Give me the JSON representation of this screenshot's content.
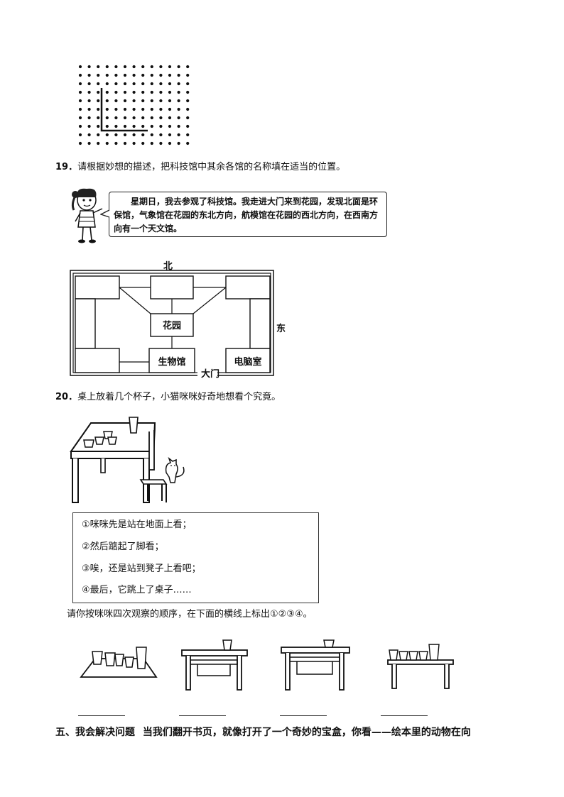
{
  "q19": {
    "number": "19．",
    "prompt": "请根据妙想的描述，把科技馆中其余各馆的名称填在适当的位置。",
    "speech": "星期日，我去参观了科技馆。我走进大门来到花园，发现北面是环保馆，气象馆在花园的东北方向，航模馆在花园的西北方向，在西南方向有一个天文馆。",
    "map": {
      "north": "北",
      "east": "东",
      "garden": "花园",
      "biology": "生物馆",
      "computer": "电脑室",
      "gate": "大门"
    }
  },
  "q20": {
    "number": "20．",
    "prompt": "桌上放着几个杯子，小猫咪咪好奇地想看个究竟。",
    "steps": [
      "①咪咪先是站在地面上看；",
      "②然后踮起了脚看；",
      "③唉，还是站到凳子上看吧；",
      "④最后，它跳上了桌子……"
    ],
    "instruction": "请你按咪咪四次观察的顺序，在下面的横线上标出①②③④。"
  },
  "section5": {
    "title": "五、我会解决问题",
    "text": "当我们翻开书页，就像打开了一个奇妙的宝盒，你看——绘本里的动物在向"
  }
}
